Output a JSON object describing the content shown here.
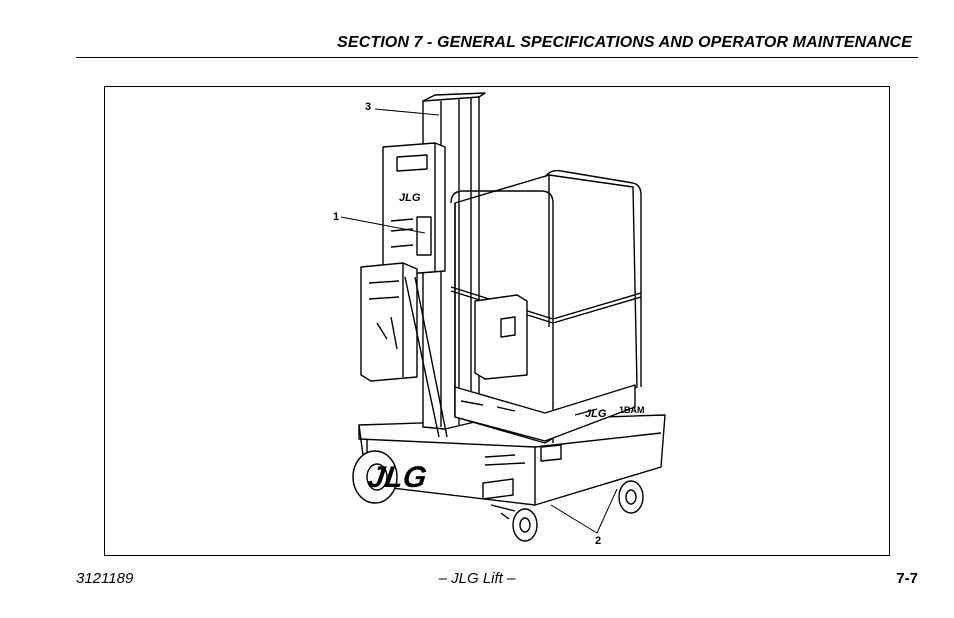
{
  "header": {
    "title": "SECTION 7 - GENERAL SPECIFICATIONS AND OPERATOR MAINTENANCE"
  },
  "figure": {
    "callouts": [
      "1",
      "2",
      "3"
    ],
    "logo_text": "JLG",
    "platform_label": "1BAM"
  },
  "footer": {
    "doc_number": "3121189",
    "center_text": "– JLG Lift –",
    "page_number": "7-7"
  }
}
